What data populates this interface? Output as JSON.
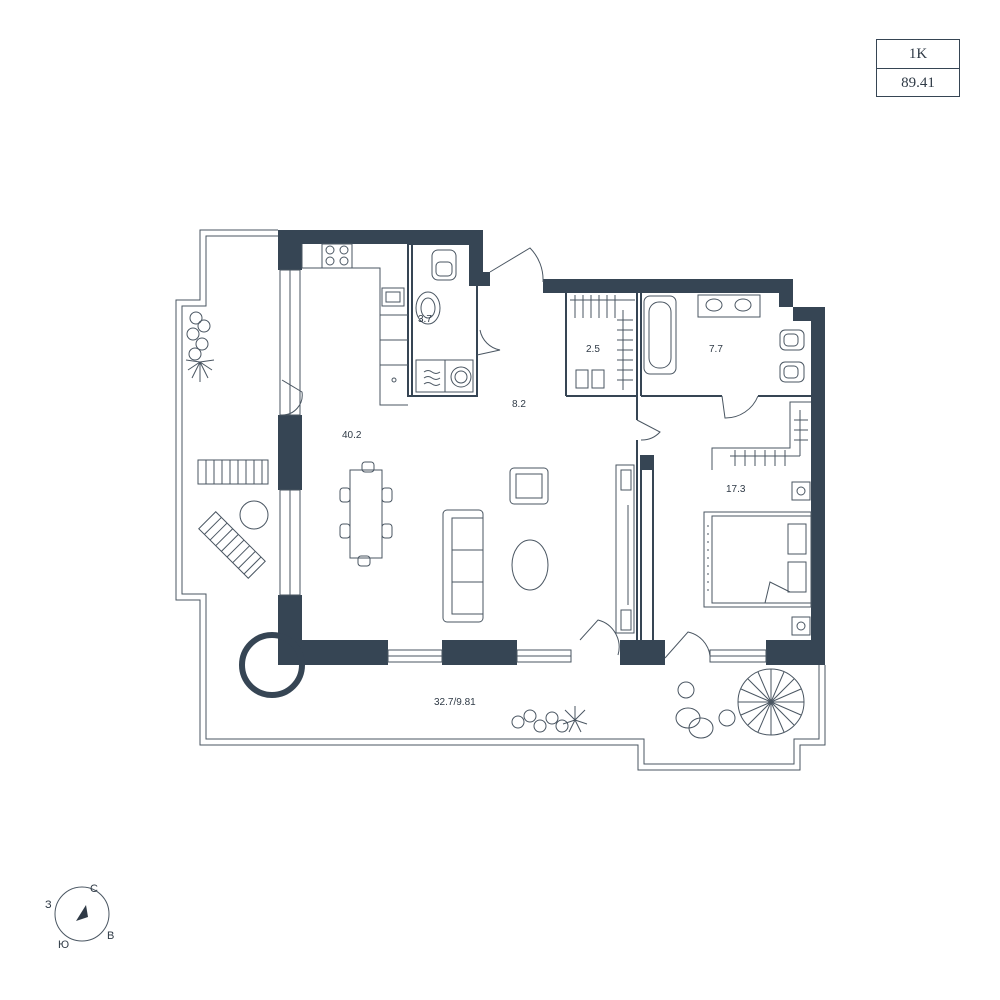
{
  "apartment": {
    "type_label": "1K",
    "total_area": "89.41"
  },
  "rooms": {
    "living": "40.2",
    "bathroom_small": "3.7",
    "hall": "8.2",
    "wardrobe": "2.5",
    "bathroom_large": "7.7",
    "bedroom": "17.3",
    "terrace": "32.7/9.81"
  },
  "compass": {
    "north": "С",
    "east": "В",
    "south": "Ю",
    "west": "З"
  },
  "colors": {
    "wall": "#364554",
    "line": "#4a5662",
    "background": "#ffffff"
  }
}
